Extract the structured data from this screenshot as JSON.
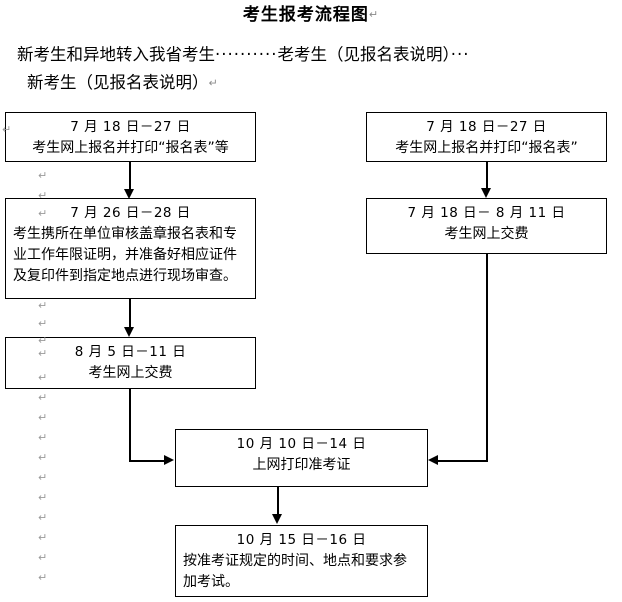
{
  "document": {
    "title": "考生报考流程图",
    "pilcrow": "↵"
  },
  "legend": {
    "line1_left": "新考生和异地转入我省考生",
    "line1_dots": "··········",
    "line1_right": "老考生（见报名表说明）",
    "line1_tail": "···",
    "line2": "新考生（见报名表说明）"
  },
  "flow": {
    "left_column": [
      {
        "id": "left-register",
        "date": "7 月 18 日－27 日",
        "body": "考生网上报名并打印“报名表”等",
        "align": "center"
      },
      {
        "id": "left-onsite-review",
        "date": "7 月 26 日－28 日",
        "body": "考生携所在单位审核盖章报名表和专业工作年限证明，并准备好相应证件及复印件到指定地点进行现场审查。",
        "align": "justify"
      },
      {
        "id": "left-payment",
        "date": "8 月 5 日－11 日",
        "body": "考生网上交费",
        "align": "center"
      }
    ],
    "right_column": [
      {
        "id": "right-register",
        "date": "7 月 18 日－27 日",
        "body": "考生网上报名并打印“报名表”",
        "align": "center"
      },
      {
        "id": "right-payment",
        "date": "7 月 18 日－ 8 月 11 日",
        "body": "考生网上交费",
        "align": "center"
      }
    ],
    "bottom": [
      {
        "id": "print-admission-ticket",
        "date": "10 月 10 日－14 日",
        "body": "上网打印准考证",
        "align": "center"
      },
      {
        "id": "take-exam",
        "date": "10 月 15 日－16 日",
        "body": "按准考证规定的时间、地点和要求参加考试。",
        "align": "justify"
      }
    ]
  },
  "colors": {
    "line": "#000000",
    "box_border": "#000000",
    "background": "#ffffff",
    "mark": "#9a9a9a"
  }
}
